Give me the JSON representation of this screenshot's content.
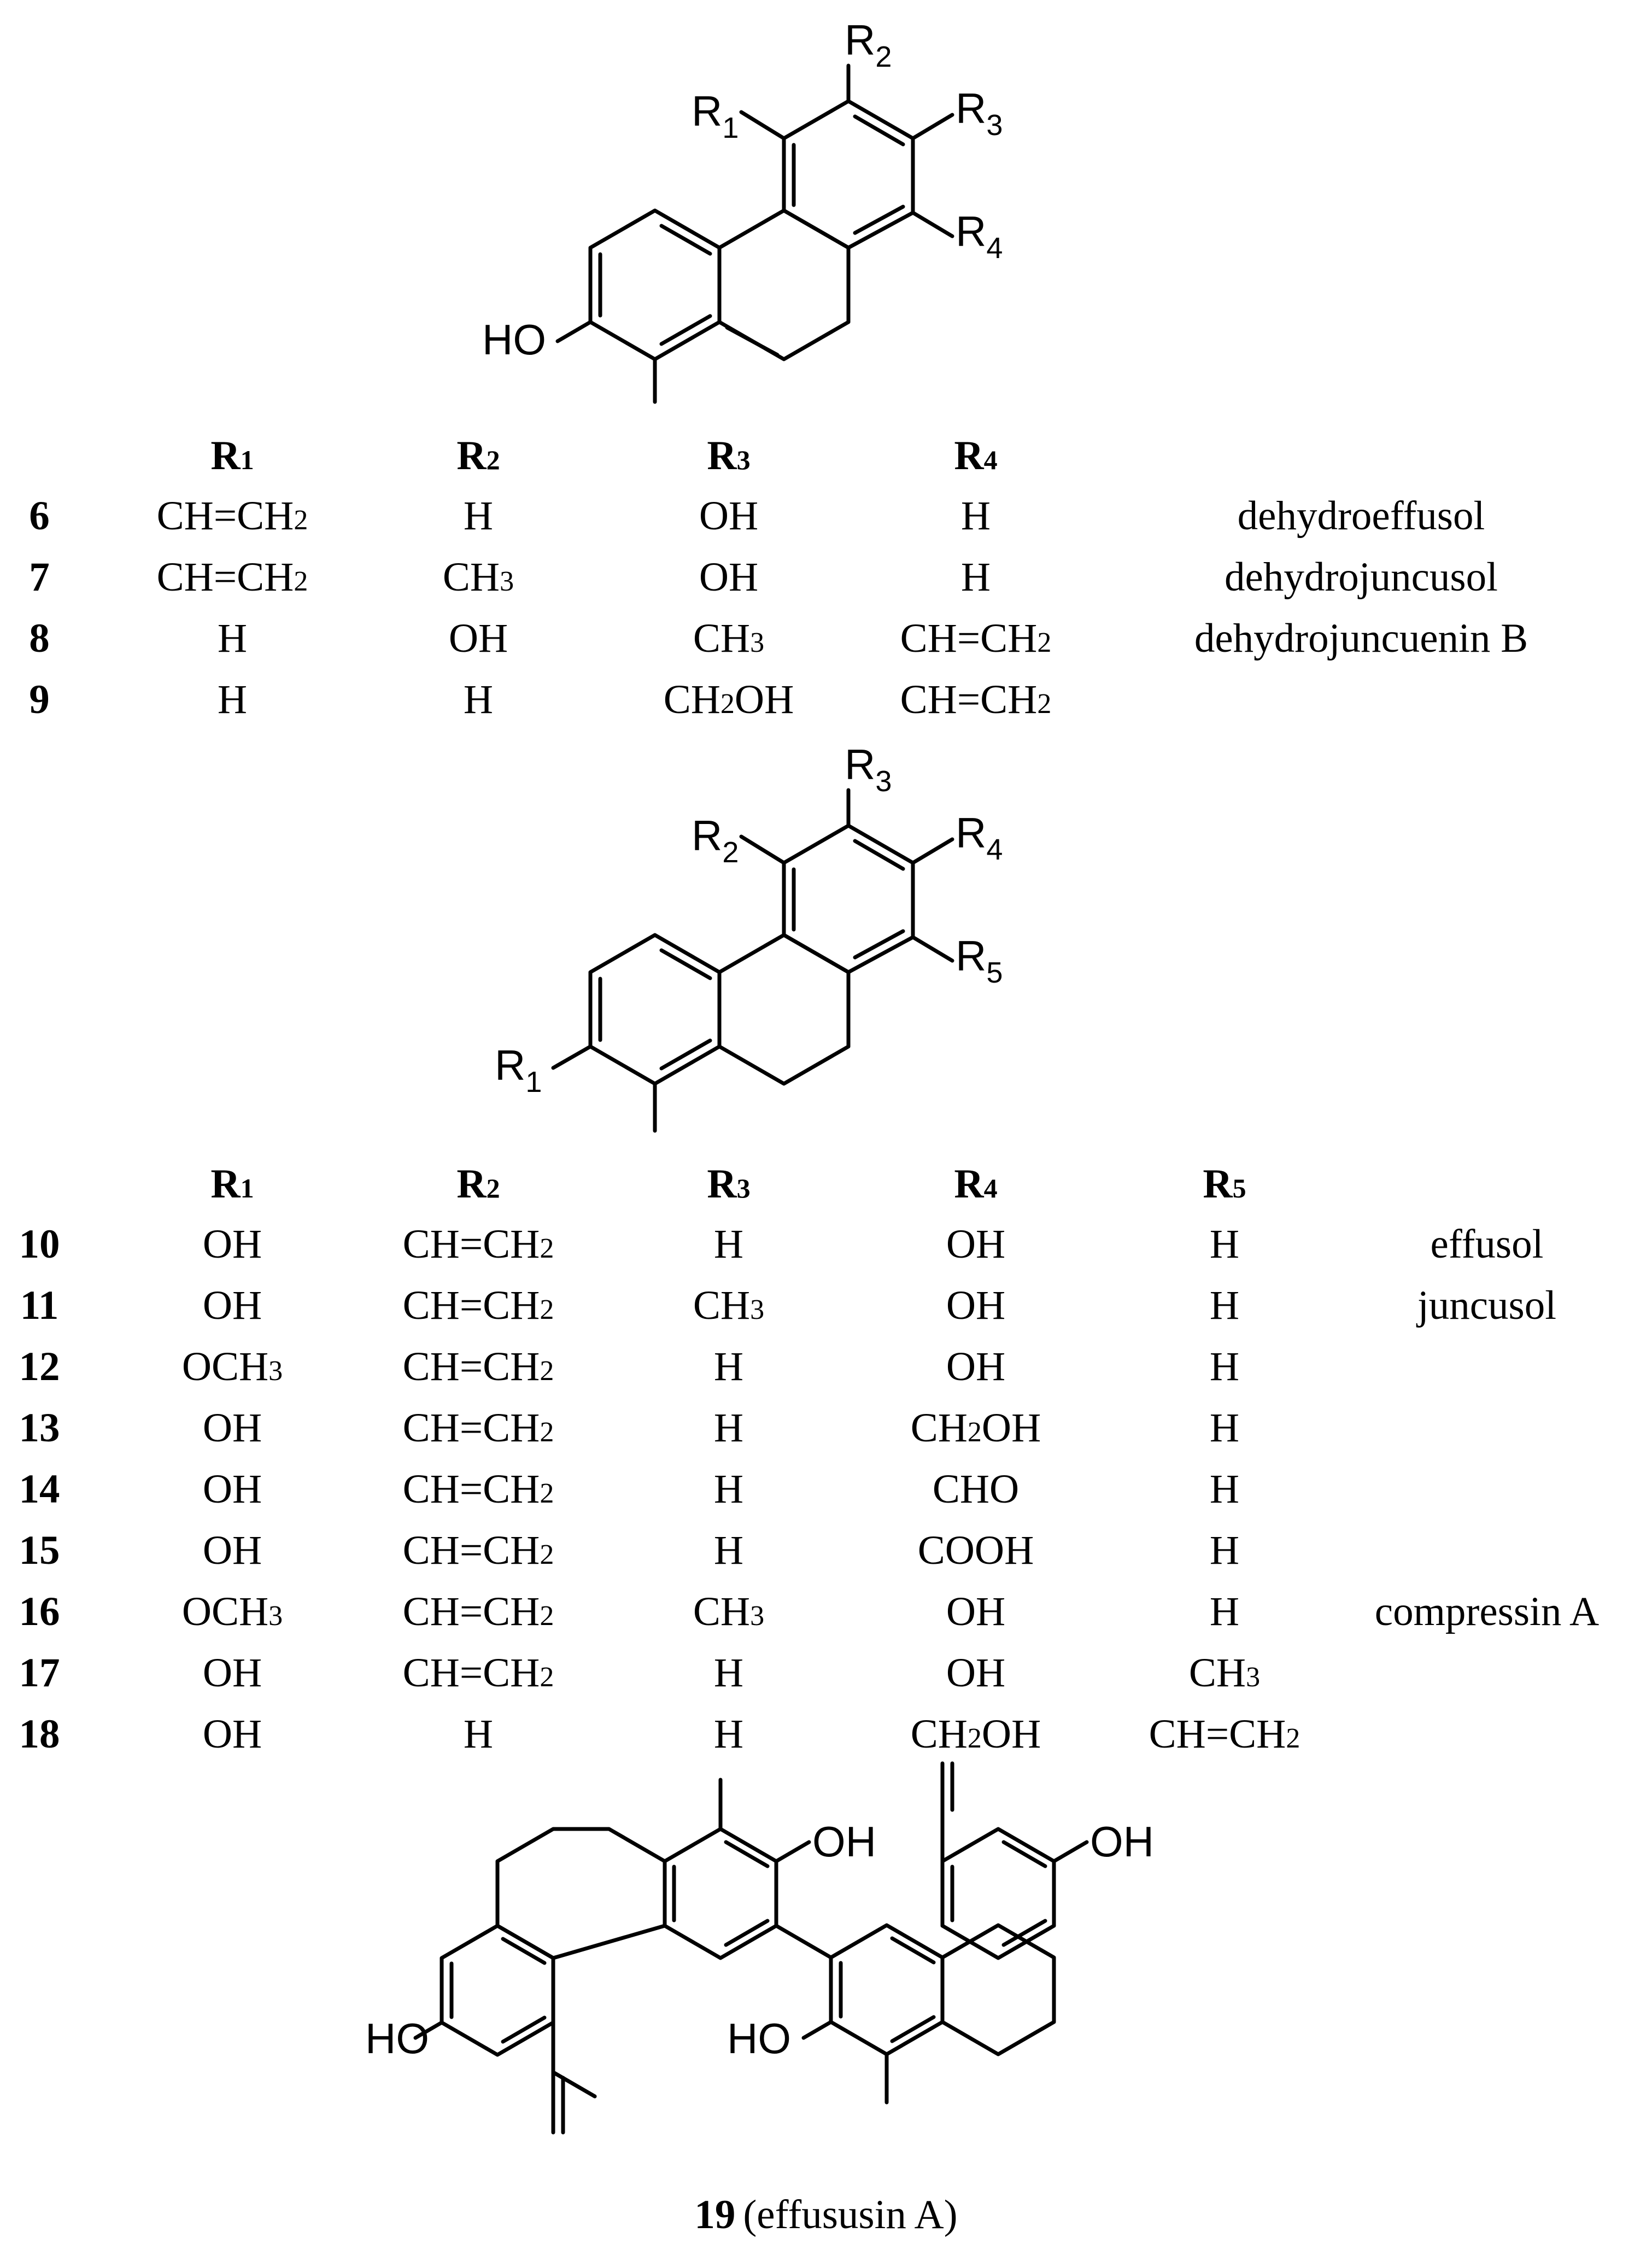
{
  "structure1": {
    "labels": {
      "r1": "R1",
      "r2": "R2",
      "r3": "R3",
      "r4": "R4",
      "ho": "HO"
    }
  },
  "table1": {
    "headers": [
      "R1",
      "R2",
      "R3",
      "R4"
    ],
    "rows": [
      {
        "id": "6",
        "cells": [
          "CH=CH2",
          "H",
          "OH",
          "H"
        ],
        "name": "dehydroeffusol"
      },
      {
        "id": "7",
        "cells": [
          "CH=CH2",
          "CH3",
          "OH",
          "H"
        ],
        "name": "dehydrojuncusol"
      },
      {
        "id": "8",
        "cells": [
          "H",
          "OH",
          "CH3",
          "CH=CH2"
        ],
        "name": "dehydrojuncuenin B"
      },
      {
        "id": "9",
        "cells": [
          "H",
          "H",
          "CH2OH",
          "CH=CH2"
        ],
        "name": ""
      }
    ]
  },
  "structure2": {
    "labels": {
      "r1": "R1",
      "r2": "R2",
      "r3": "R3",
      "r4": "R4",
      "r5": "R5"
    }
  },
  "table2": {
    "headers": [
      "R1",
      "R2",
      "R3",
      "R4",
      "R5"
    ],
    "rows": [
      {
        "id": "10",
        "cells": [
          "OH",
          "CH=CH2",
          "H",
          "OH",
          "H"
        ],
        "name": "effusol"
      },
      {
        "id": "11",
        "cells": [
          "OH",
          "CH=CH2",
          "CH3",
          "OH",
          "H"
        ],
        "name": "juncusol"
      },
      {
        "id": "12",
        "cells": [
          "OCH3",
          "CH=CH2",
          "H",
          "OH",
          "H"
        ],
        "name": ""
      },
      {
        "id": "13",
        "cells": [
          "OH",
          "CH=CH2",
          "H",
          "CH2OH",
          "H"
        ],
        "name": ""
      },
      {
        "id": "14",
        "cells": [
          "OH",
          "CH=CH2",
          "H",
          "CHO",
          "H"
        ],
        "name": ""
      },
      {
        "id": "15",
        "cells": [
          "OH",
          "CH=CH2",
          "H",
          "COOH",
          "H"
        ],
        "name": ""
      },
      {
        "id": "16",
        "cells": [
          "OCH3",
          "CH=CH2",
          "CH3",
          "OH",
          "H"
        ],
        "name": "compressin A"
      },
      {
        "id": "17",
        "cells": [
          "OH",
          "CH=CH2",
          "H",
          "OH",
          "CH3"
        ],
        "name": ""
      },
      {
        "id": "18",
        "cells": [
          "OH",
          "H",
          "H",
          "CH2OH",
          "CH=CH2"
        ],
        "name": ""
      }
    ]
  },
  "structure3": {
    "labels": {
      "oh_top_left": "OH",
      "oh_top_right": "OH",
      "ho_bottom_left": "HO",
      "ho_bottom_mid": "HO"
    },
    "caption_number": "19",
    "caption_name": "(effususin A)"
  }
}
